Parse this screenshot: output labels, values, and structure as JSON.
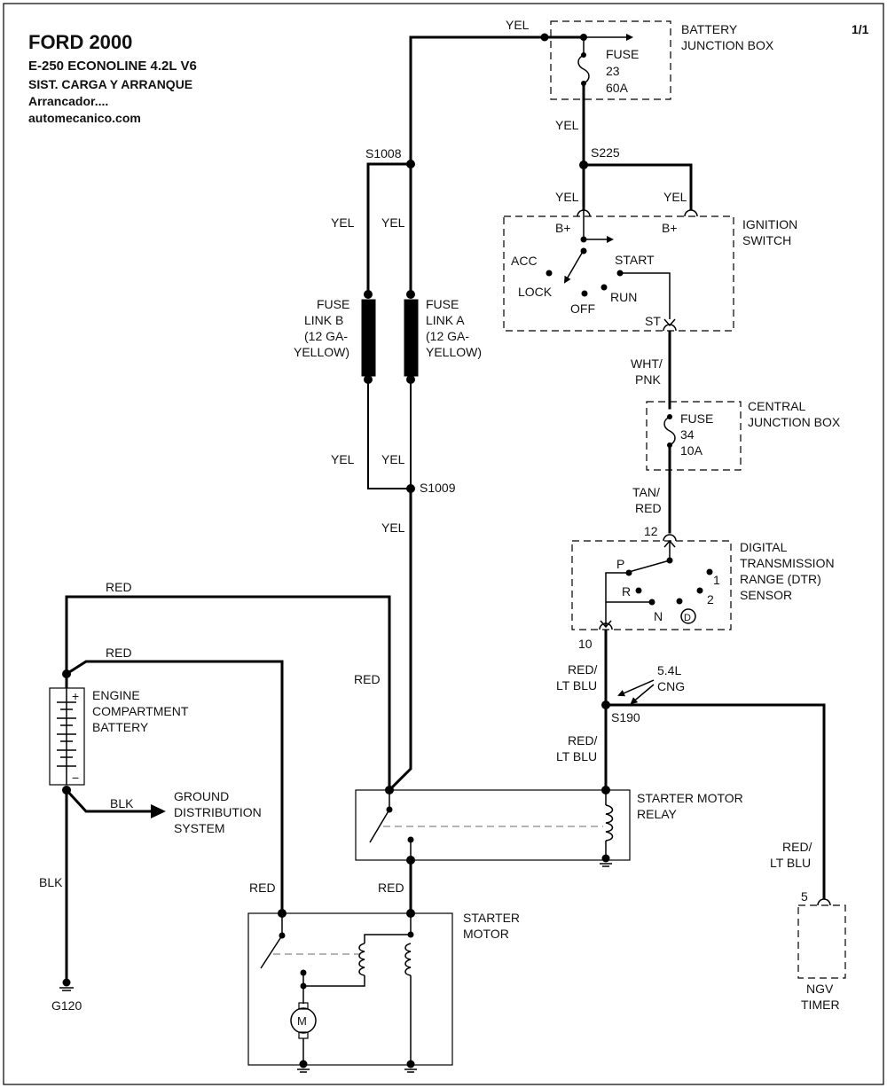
{
  "header": {
    "title": "FORD 2000",
    "model": "E-250 ECONOLINE  4.2L  V6",
    "system": "SIST. CARGA Y ARRANQUE",
    "subsystem": "Arrancador....",
    "site": "automecanico.com",
    "page": "1/1"
  },
  "battery_junction_box": {
    "name_line1": "BATTERY",
    "name_line2": "JUNCTION BOX",
    "fuse_label": "FUSE",
    "fuse_number": "23",
    "fuse_rating": "60A"
  },
  "ignition_switch": {
    "name_line1": "IGNITION",
    "name_line2": "SWITCH",
    "b_plus_left": "B+",
    "b_plus_right": "B+",
    "acc": "ACC",
    "lock": "LOCK",
    "off": "OFF",
    "run": "RUN",
    "start": "START",
    "st": "ST"
  },
  "central_junction_box": {
    "name_line1": "CENTRAL",
    "name_line2": "JUNCTION BOX",
    "fuse_label": "FUSE",
    "fuse_number": "34",
    "fuse_rating": "10A"
  },
  "dtr_sensor": {
    "name_line1": "DIGITAL",
    "name_line2": "TRANSMISSION",
    "name_line3": "RANGE (DTR)",
    "name_line4": "SENSOR",
    "pin_in": "12",
    "pin_out": "10",
    "p": "P",
    "r": "R",
    "n": "N",
    "d": "D",
    "one": "1",
    "two": "2"
  },
  "fuse_link_a": {
    "line1": "FUSE",
    "line2": "LINK A",
    "line3": "(12 GA-",
    "line4": "YELLOW)"
  },
  "fuse_link_b": {
    "line1": "FUSE",
    "line2": "LINK B",
    "line3": "(12 GA-",
    "line4": "YELLOW)"
  },
  "splices": {
    "s1008": "S1008",
    "s1009": "S1009",
    "s225": "S225",
    "s190": "S190"
  },
  "wires": {
    "yel": "YEL",
    "red": "RED",
    "blk": "BLK",
    "wht_pnk_1": "WHT/",
    "wht_pnk_2": "PNK",
    "tan_red_1": "TAN/",
    "tan_red_2": "RED",
    "red_ltblu_1": "RED/",
    "red_ltblu_2": "LT BLU"
  },
  "note_cng": {
    "line1": "5.4L",
    "line2": "CNG"
  },
  "battery": {
    "name_line1": "ENGINE",
    "name_line2": "COMPARTMENT",
    "name_line3": "BATTERY",
    "plus": "+",
    "minus": "−"
  },
  "ground_distribution": {
    "line1": "GROUND",
    "line2": "DISTRIBUTION",
    "line3": "SYSTEM"
  },
  "ground_g120": "G120",
  "starter_relay": {
    "line1": "STARTER MOTOR",
    "line2": "RELAY"
  },
  "starter_motor": {
    "line1": "STARTER",
    "line2": "MOTOR",
    "motor_symbol": "M"
  },
  "ngv_timer": {
    "line1": "NGV",
    "line2": "TIMER",
    "pin": "5"
  }
}
